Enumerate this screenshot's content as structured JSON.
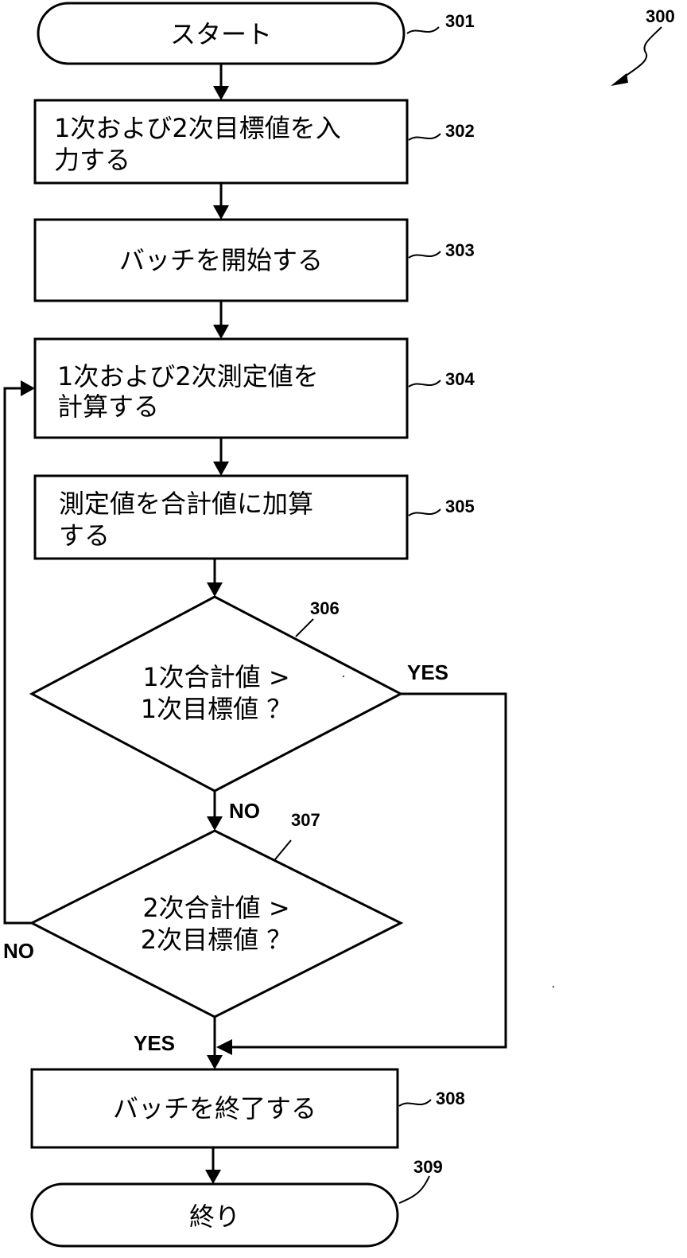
{
  "figure_ref": "300",
  "nodes": {
    "start": {
      "label": "スタート",
      "ref": "301"
    },
    "input_targets": {
      "line1": "1次および2次目標値を入",
      "line2": "力する",
      "ref": "302"
    },
    "start_batch": {
      "label": "バッチを開始する",
      "ref": "303"
    },
    "calc_measurements": {
      "line1": "1次および2次測定値を",
      "line2": "計算する",
      "ref": "304"
    },
    "add_to_total": {
      "line1": "測定値を合計値に加算",
      "line2": "する",
      "ref": "305"
    },
    "decision_primary": {
      "line1": "1次合計値 >",
      "line2": "1次目標値 ？",
      "ref": "306"
    },
    "decision_secondary": {
      "line1": "2次合計値 >",
      "line2": "2次目標値 ？",
      "ref": "307"
    },
    "end_batch": {
      "label": "バッチを終了する",
      "ref": "308"
    },
    "end": {
      "label": "終り",
      "ref": "309"
    }
  },
  "branches": {
    "primary_yes": "YES",
    "primary_no": "NO",
    "secondary_yes": "YES",
    "secondary_no": "NO"
  }
}
